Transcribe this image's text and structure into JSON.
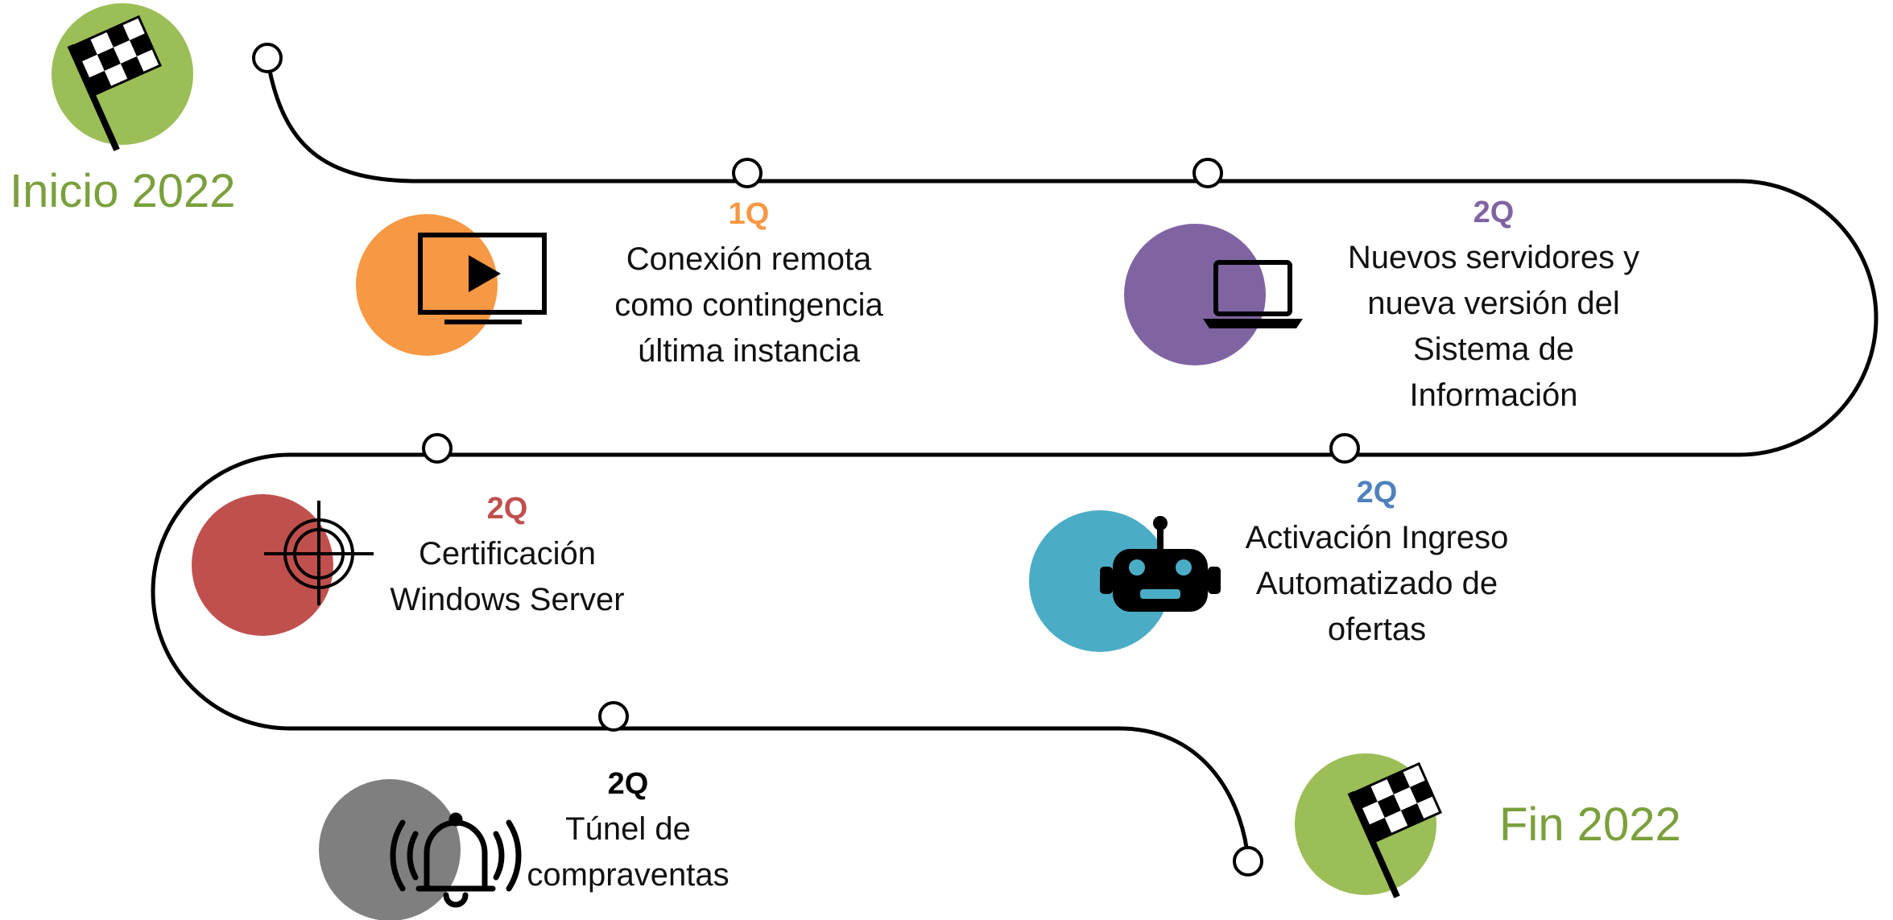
{
  "start": {
    "label": "Inicio 2022",
    "color": "#9bbe57"
  },
  "end": {
    "label": "Fin 2022",
    "color": "#9bbe57"
  },
  "milestones": [
    {
      "quarter": "1Q",
      "lines": [
        "Conexión remota",
        "como contingencia",
        "última instancia"
      ],
      "color": "#f79845",
      "quarter_color": "#f79845",
      "icon": "tv-play-icon"
    },
    {
      "quarter": "2Q",
      "lines": [
        "Nuevos servidores y",
        "nueva versión del",
        "Sistema de",
        "Información"
      ],
      "color": "#8064a2",
      "quarter_color": "#8064a2",
      "icon": "laptop-icon"
    },
    {
      "quarter": "2Q",
      "lines": [
        "Certificación",
        "Windows Server"
      ],
      "color": "#c0504d",
      "quarter_color": "#c0504d",
      "icon": "crosshair-icon"
    },
    {
      "quarter": "2Q",
      "lines": [
        "Activación Ingreso",
        "Automatizado de",
        "ofertas"
      ],
      "color": "#4bacc6",
      "quarter_color": "#4f81bd",
      "icon": "robot-icon"
    },
    {
      "quarter": "2Q",
      "lines": [
        "Túnel de",
        "compraventas"
      ],
      "color": "#7f7f7f",
      "quarter_color": "#000000",
      "icon": "bell-icon"
    }
  ]
}
